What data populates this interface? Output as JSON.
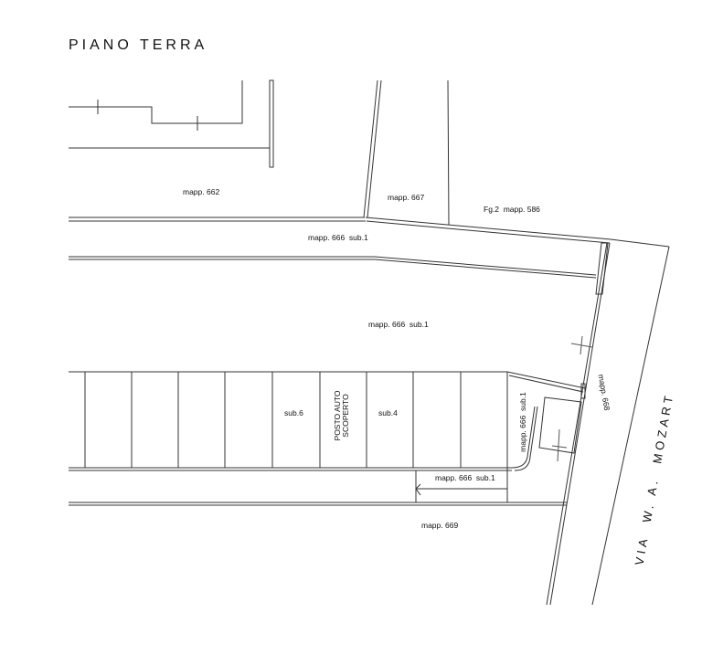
{
  "title": "PIANO TERRA",
  "labels": {
    "mapp_662": "mapp. 662",
    "mapp_667": "mapp. 667",
    "fg2_mapp_586": "Fg.2  mapp. 586",
    "mapp_666_sub1_corridor": "mapp. 666  sub.1",
    "mapp_666_sub1_court": "mapp. 666  sub.1",
    "sub_6": "sub.6",
    "posto_auto_line1": "POSTO AUTO",
    "posto_auto_line2": "SCOPERTO",
    "sub_4": "sub.4",
    "mapp_666_sub1_vertical": "mapp. 666  sub.1",
    "mapp_666_sub1_lower": "mapp. 666  sub.1",
    "mapp_668": "mapp. 668",
    "mapp_669": "mapp. 669",
    "street": "VIA  W. A.  MOZART"
  }
}
